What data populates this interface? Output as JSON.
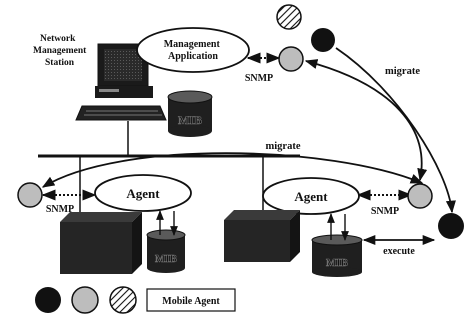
{
  "labels": {
    "station": [
      "Network",
      "Management",
      "Station"
    ],
    "app": [
      "Management",
      "Application"
    ],
    "mib": "MIB",
    "agent": "Agent",
    "snmp": "SNMP",
    "migrate": "migrate",
    "execute": "execute",
    "legend": "Mobile Agent"
  },
  "icons": {
    "mobile_agent_types": [
      "black-circle-icon",
      "gray-circle-icon",
      "hatched-circle-icon"
    ]
  },
  "colors": {
    "black_agent": "#111111",
    "gray_agent": "#bdbdbd",
    "ink": "#111111"
  }
}
